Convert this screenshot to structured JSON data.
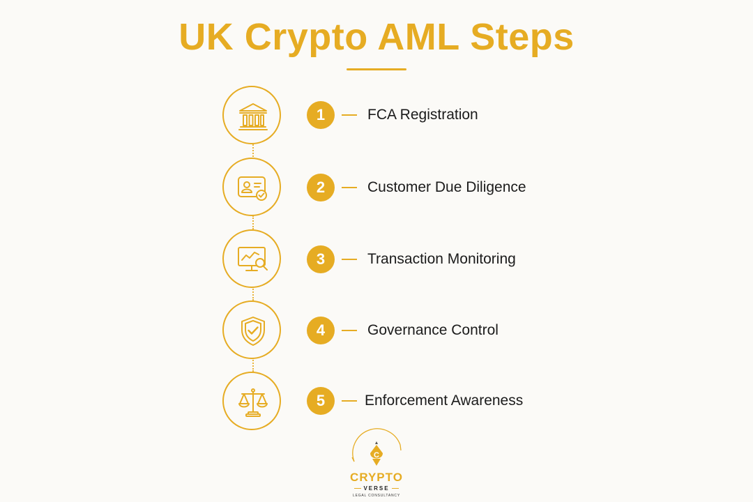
{
  "title": "UK Crypto AML Steps",
  "colors": {
    "accent": "#e6ac23",
    "text": "#1b1b1b",
    "background": "#fbfaf7"
  },
  "steps": [
    {
      "number": "1",
      "label": "FCA Registration",
      "icon": "bank-building-icon"
    },
    {
      "number": "2",
      "label": "Customer Due Diligence",
      "icon": "id-card-check-icon"
    },
    {
      "number": "3",
      "label": "Transaction Monitoring",
      "icon": "monitor-chart-magnifier-icon"
    },
    {
      "number": "4",
      "label": "Governance Control",
      "icon": "shield-check-icon"
    },
    {
      "number": "5",
      "label": "Enforcement Awareness",
      "icon": "scales-of-justice-icon"
    }
  ],
  "logo": {
    "wordmark": "CRYPTO",
    "subtitle": "VERSE",
    "tagline": "LEGAL CONSULTANCY",
    "emblem_letter": "C"
  }
}
